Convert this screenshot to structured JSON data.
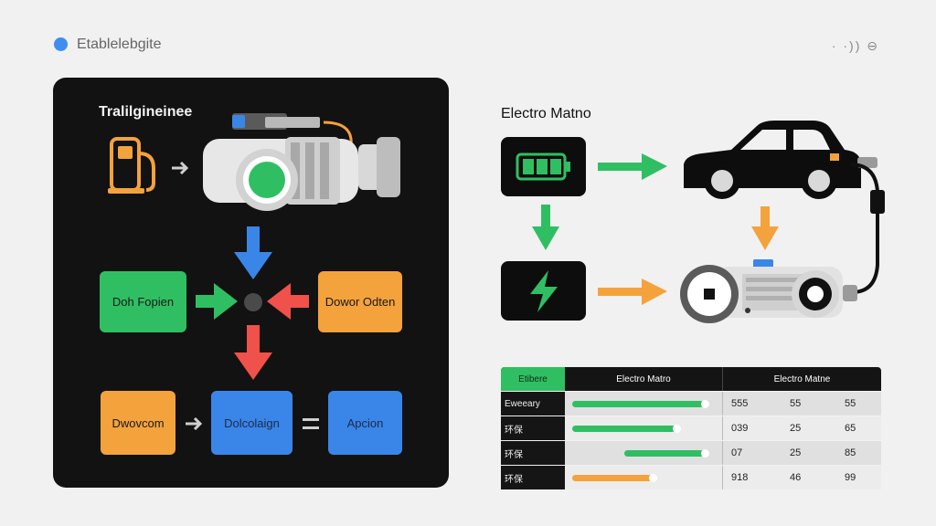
{
  "header": {
    "brand": "Etablelebgite",
    "right_text": "· ·)) ⊖"
  },
  "left_panel": {
    "title": "Tralilgineinee",
    "boxes": {
      "middle_left": "Doh Fopien",
      "middle_right": "Dowor Odten",
      "bottom_left": "Dwovcom",
      "bottom_center": "Dolcolaign",
      "bottom_right": "Apcion"
    },
    "colors": {
      "green": "#2fbf62",
      "orange": "#f4a23c",
      "blue": "#3a86e8",
      "red": "#f0514a"
    }
  },
  "right_panel": {
    "title": "Electro Matno"
  },
  "table": {
    "headers": [
      "Etibere",
      "Electro Matro",
      "Electro Matne"
    ],
    "rows": [
      {
        "label": "Eweeary",
        "bar": 0.96,
        "bar_start": 0.0,
        "bar_color": "#2fbf62",
        "v1": "555",
        "v2": "55",
        "v3": "55"
      },
      {
        "label": "环保",
        "bar": 0.75,
        "bar_start": 0.0,
        "bar_color": "#2fbf62",
        "v1": "039",
        "v2": "25",
        "v3": "65"
      },
      {
        "label": "环保",
        "bar": 0.96,
        "bar_start": 0.38,
        "bar_color": "#2fbf62",
        "v1": "07",
        "v2": "25",
        "v3": "85"
      },
      {
        "label": "环保",
        "bar": 0.58,
        "bar_start": 0.0,
        "bar_color": "#f4a23c",
        "v1": "918",
        "v2": "46",
        "v3": "99"
      }
    ]
  }
}
